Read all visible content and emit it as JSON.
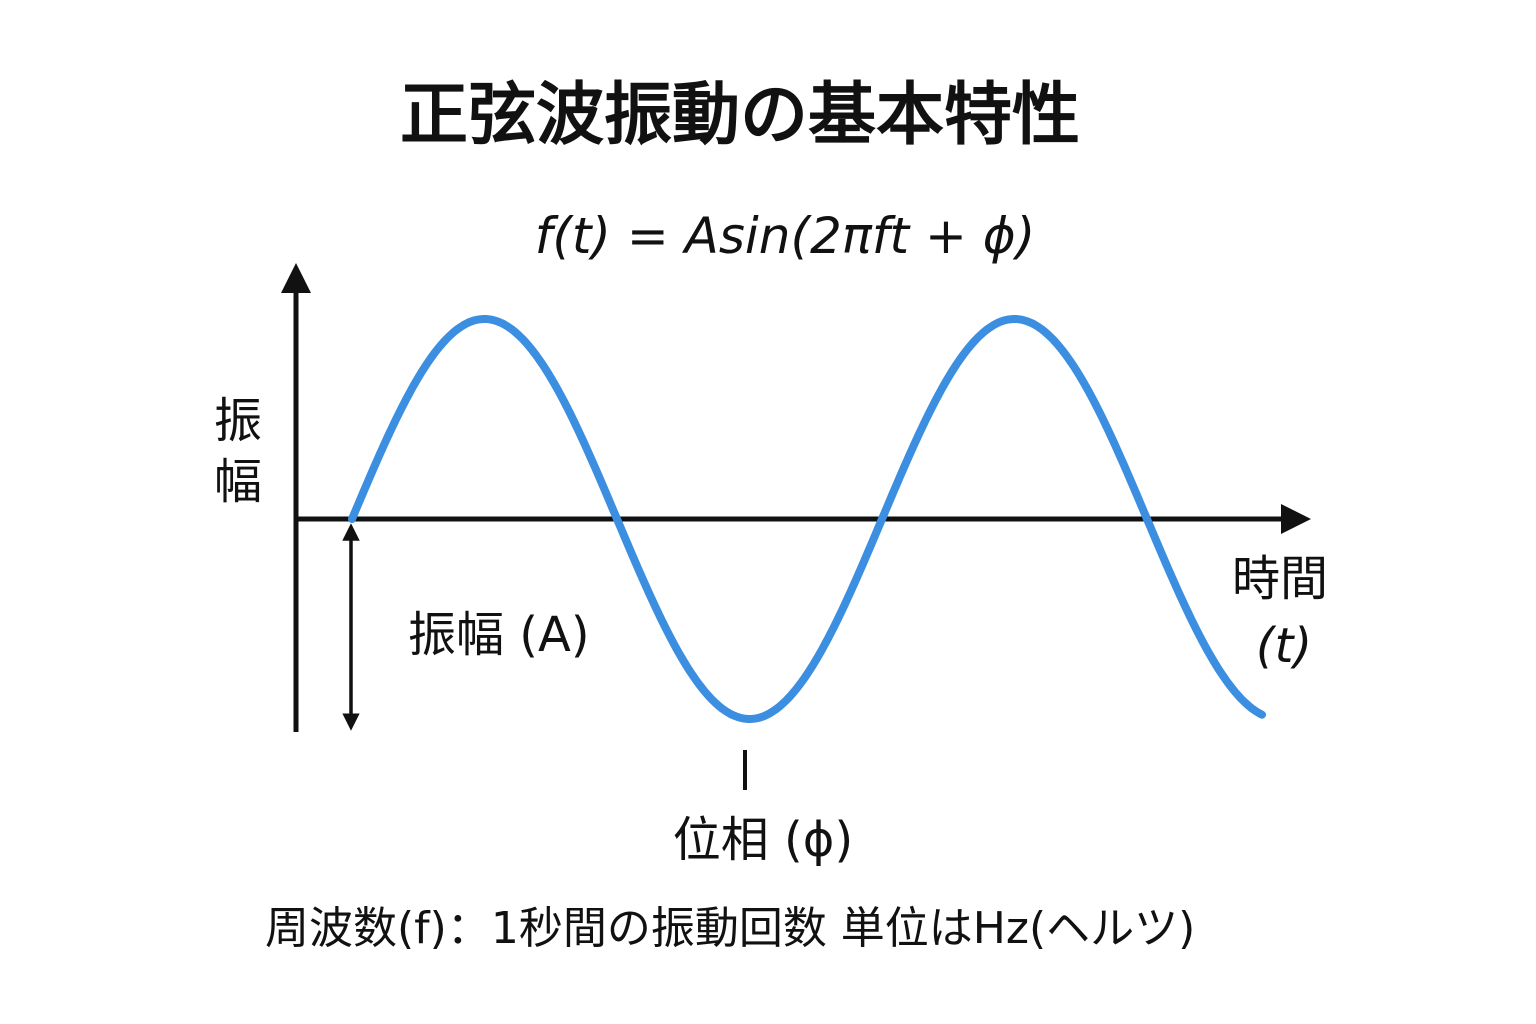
{
  "title": "正弦波振動の基本特性",
  "formula": "f(t) = Asin(2πft + ϕ)",
  "y_axis_label": {
    "line1": "振",
    "line2": "幅"
  },
  "x_axis_label": {
    "line1": "時間",
    "line2": "(t)"
  },
  "amplitude_label": "振幅 (A)",
  "phase_label": "位相 (ϕ)",
  "footer": "周波数(f)：1秒間の振動回数 単位はHz(ヘルツ)",
  "colors": {
    "wave": "#3b8ee0",
    "axis": "#111111",
    "text": "#111111"
  }
}
